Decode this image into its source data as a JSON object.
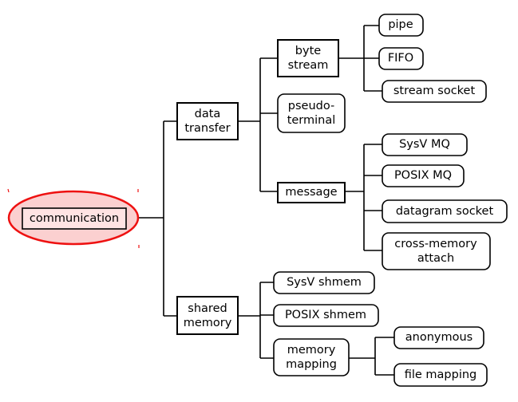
{
  "diagram": {
    "highlight_color": "#ee1111",
    "root": {
      "label": "communication"
    },
    "branches": {
      "data_transfer": {
        "label": "data\ntransfer"
      },
      "shared_memory": {
        "label": "shared\nmemory"
      },
      "byte_stream": {
        "label": "byte\nstream"
      },
      "pseudo_terminal": {
        "label": "pseudo-\nterminal"
      },
      "message": {
        "label": "message"
      },
      "memory_mapping": {
        "label": "memory\nmapping"
      }
    },
    "leaves": {
      "pipe": {
        "label": "pipe"
      },
      "fifo": {
        "label": "FIFO"
      },
      "stream_socket": {
        "label": "stream socket"
      },
      "sysv_mq": {
        "label": "SysV MQ"
      },
      "posix_mq": {
        "label": "POSIX MQ"
      },
      "datagram_socket": {
        "label": "datagram socket"
      },
      "cross_memory_attach": {
        "label": "cross-memory\nattach"
      },
      "sysv_shmem": {
        "label": "SysV shmem"
      },
      "posix_shmem": {
        "label": "POSIX shmem"
      },
      "anonymous": {
        "label": "anonymous"
      },
      "file_mapping": {
        "label": "file mapping"
      }
    }
  }
}
